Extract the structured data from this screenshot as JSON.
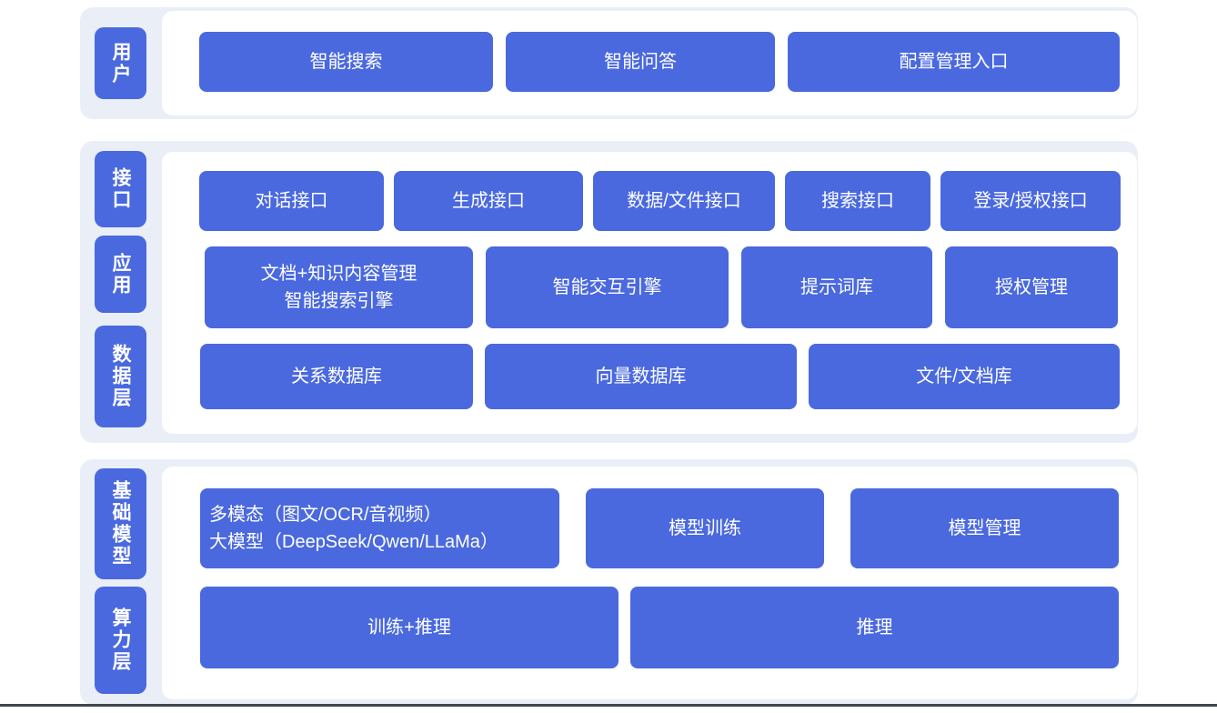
{
  "colors": {
    "primary_blue": "#4a69de",
    "band_bg": "#eaeff7",
    "card_bg": "#ffffff",
    "page_bg": "#ffffff",
    "text_on_blue": "#ffffff",
    "divider": "#40454c"
  },
  "layers": {
    "user": {
      "side_label": "用户",
      "buttons": [
        "智能搜索",
        "智能问答",
        "配置管理入口"
      ]
    },
    "middle": {
      "side_labels": {
        "interface": "接口",
        "application": "应用",
        "data": "数据层"
      },
      "interface_row": [
        "对话接口",
        "生成接口",
        "数据/文件接口",
        "搜索接口",
        "登录/授权接口"
      ],
      "application_row": [
        "文档+知识内容管理\n智能搜索引擎",
        "智能交互引擎",
        "提示词库",
        "授权管理"
      ],
      "data_row": [
        "关系数据库",
        "向量数据库",
        "文件/文档库"
      ]
    },
    "foundation": {
      "side_labels": {
        "model": "基础模型",
        "compute": "算力层"
      },
      "model_row": [
        "多模态（图文/OCR/音视频）\n大模型（DeepSeek/Qwen/LLaMa）",
        "模型训练",
        "模型管理"
      ],
      "compute_row": [
        "训练+推理",
        "推理"
      ]
    }
  }
}
